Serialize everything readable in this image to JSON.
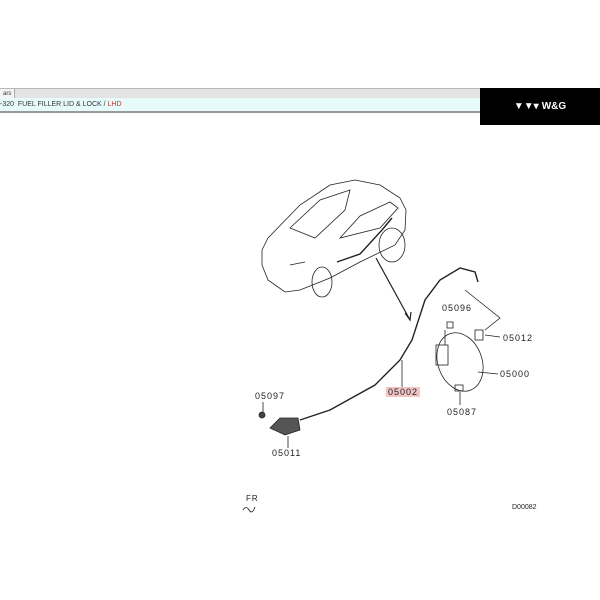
{
  "tab": {
    "label": "ars"
  },
  "title": {
    "code": "-320",
    "name": "FUEL FILLER LID & LOCK",
    "sep": " / ",
    "variant": "LHD"
  },
  "logo": {
    "text": "W&G"
  },
  "parts": [
    {
      "id": "05096"
    },
    {
      "id": "05012"
    },
    {
      "id": "05000"
    },
    {
      "id": "05002",
      "highlighted": true
    },
    {
      "id": "05087"
    },
    {
      "id": "05097"
    },
    {
      "id": "05011"
    }
  ],
  "orientation": {
    "label": "FR"
  },
  "diagram_id": "D00082",
  "colors": {
    "highlight": "#f2c4c4",
    "lhd": "#c03030"
  }
}
